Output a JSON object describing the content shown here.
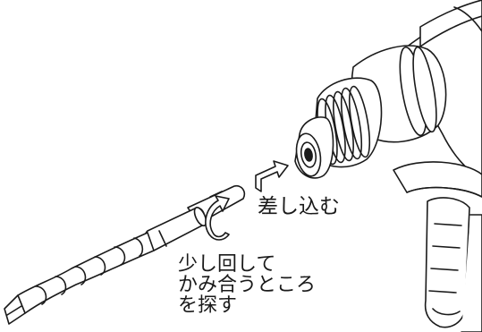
{
  "labels": {
    "insert": "差し込む",
    "rotate_lines": [
      "少し回して",
      "かみ合うところ",
      "を探す"
    ]
  },
  "icons": {
    "insert_arrow": "bent-arrow-icon",
    "rotate_arrow": "curved-rotate-arrow-icon"
  },
  "colors": {
    "line": "#1a1a1a",
    "fill": "#ffffff"
  }
}
